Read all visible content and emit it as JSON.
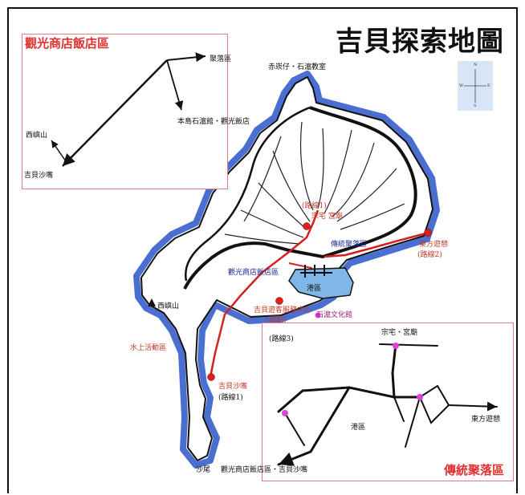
{
  "title": "吉貝探索地圖",
  "colors": {
    "sea_ring": "#4a6fd0",
    "route": "#d42020",
    "harbor": "#7fb8e8",
    "inset_border": "#e07a8a",
    "title_red": "#e03030",
    "route_point": "#e01e1e",
    "village_point": "#e040e0"
  },
  "compass": {
    "n": "N",
    "s": "S",
    "e": "E",
    "w": "W"
  },
  "inset_shops": {
    "title": "觀光商店飯店區",
    "labels": {
      "jutong": "聚落區",
      "xiyu": "西嶼山",
      "shore": "吉貝沙嘴",
      "shop": "本島石滬館・觀光飯店"
    }
  },
  "inset_village": {
    "title": "傳統聚落區",
    "labels": {
      "route3": "(路線3)",
      "temple": "宗宅・宮廟",
      "harbor": "港區",
      "east": "東方遊憩",
      "bottom": "觀光商店飯店區・吉貝沙嘴"
    }
  },
  "map_labels": {
    "north": "赤崁仔・石滬教室",
    "route1_top": "(路線1)",
    "route1_top_place": "宗宅 宮廟",
    "village": "傳統聚落區",
    "east_place": "東方遊憩",
    "route2": "(路線2)",
    "shops": "觀光商店飯店區",
    "harbor": "港區",
    "visitor_center": "吉貝遊客服務中心",
    "visitor_center_sub": "(起點)",
    "stone_weir": "石滬文化館",
    "xiyu": "西嶼山",
    "water_park": "水上活動區",
    "shore": "吉貝沙嘴",
    "route1_bottom": "(路線1)",
    "tail": "沙尾"
  }
}
